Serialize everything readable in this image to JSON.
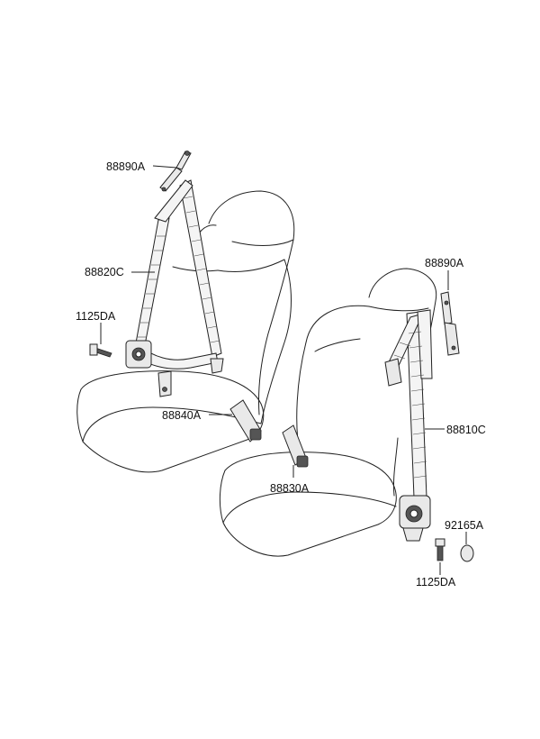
{
  "labels": {
    "upper_left_anchor": "88890A",
    "left_belt": "88820C",
    "left_bolt": "1125DA",
    "left_buckle": "88840A",
    "right_anchor": "88890A",
    "right_belt": "88810C",
    "right_buckle": "88830A",
    "cap": "92165A",
    "right_bolt": "1125DA"
  }
}
